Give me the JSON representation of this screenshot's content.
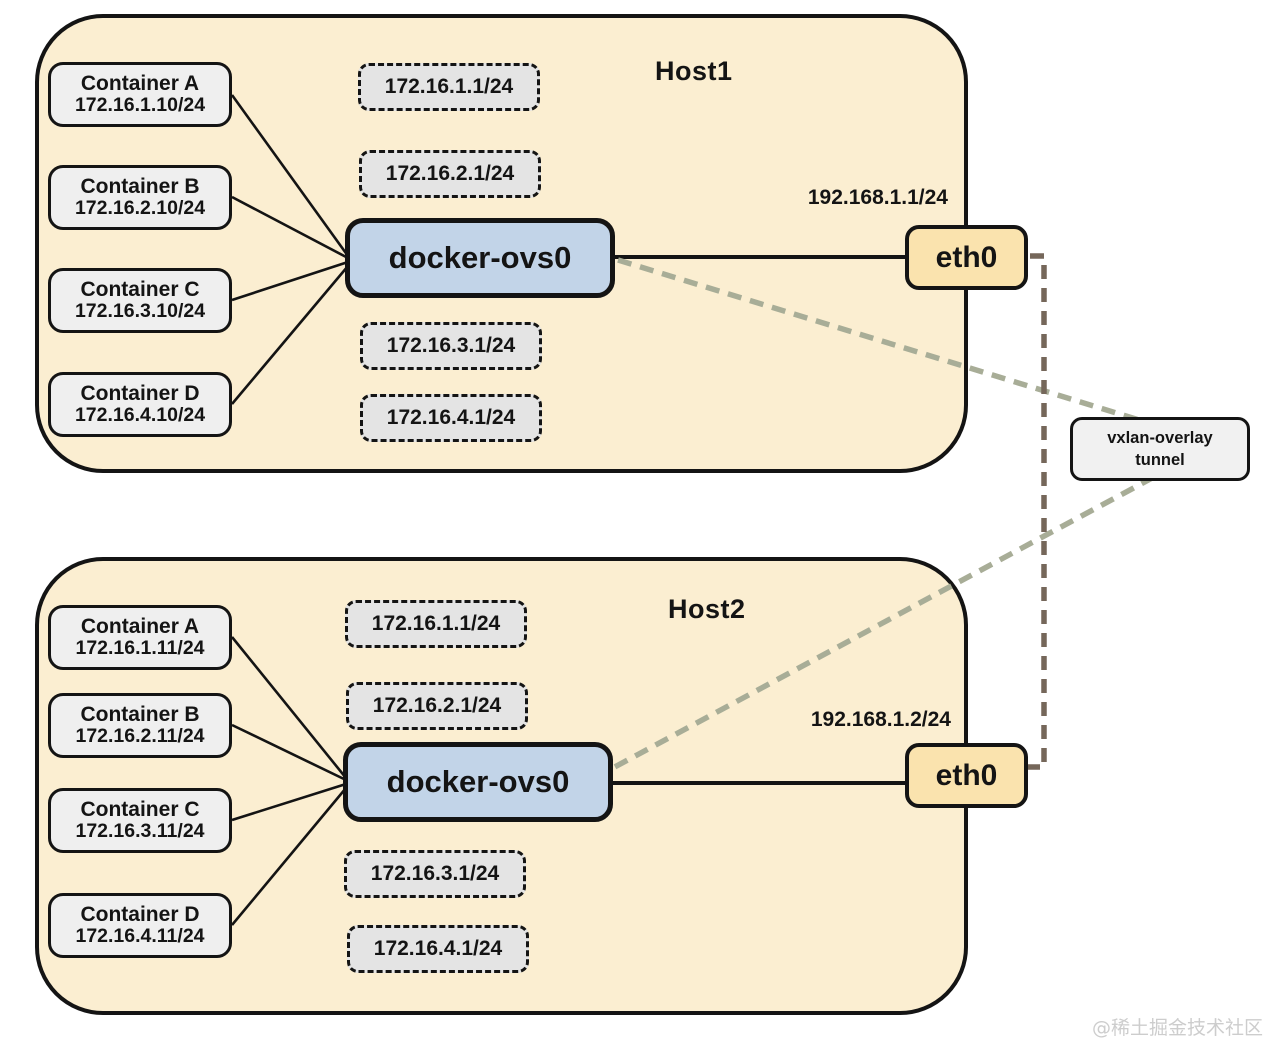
{
  "hosts": [
    {
      "name": "Host1",
      "uplink_ip": "192.168.1.1/24",
      "bridge_label": "docker-ovs0",
      "nic_label": "eth0",
      "containers": [
        {
          "name": "Container A",
          "ip": "172.16.1.10/24"
        },
        {
          "name": "Container B",
          "ip": "172.16.2.10/24"
        },
        {
          "name": "Container C",
          "ip": "172.16.3.10/24"
        },
        {
          "name": "Container D",
          "ip": "172.16.4.10/24"
        }
      ],
      "gateways": [
        "172.16.1.1/24",
        "172.16.2.1/24",
        "172.16.3.1/24",
        "172.16.4.1/24"
      ]
    },
    {
      "name": "Host2",
      "uplink_ip": "192.168.1.2/24",
      "bridge_label": "docker-ovs0",
      "nic_label": "eth0",
      "containers": [
        {
          "name": "Container A",
          "ip": "172.16.1.11/24"
        },
        {
          "name": "Container B",
          "ip": "172.16.2.11/24"
        },
        {
          "name": "Container C",
          "ip": "172.16.3.11/24"
        },
        {
          "name": "Container D",
          "ip": "172.16.4.11/24"
        }
      ],
      "gateways": [
        "172.16.1.1/24",
        "172.16.2.1/24",
        "172.16.3.1/24",
        "172.16.4.1/24"
      ]
    }
  ],
  "tunnel": {
    "label_line1": "vxlan-overlay",
    "label_line2": "tunnel"
  },
  "watermark": "@稀土掘金技术社区",
  "colors": {
    "host_fill": "#FBEED1",
    "container_fill": "#EFEFEF",
    "gateway_fill": "#E4E4E4",
    "bridge_fill": "#C2D4E8",
    "eth_fill": "#FAE3AE",
    "tunnel_fill": "#F1F1F1",
    "tunnel_dash_green": "#A8AD97",
    "tunnel_dash_brown": "#75675A",
    "line_black": "#141414"
  }
}
